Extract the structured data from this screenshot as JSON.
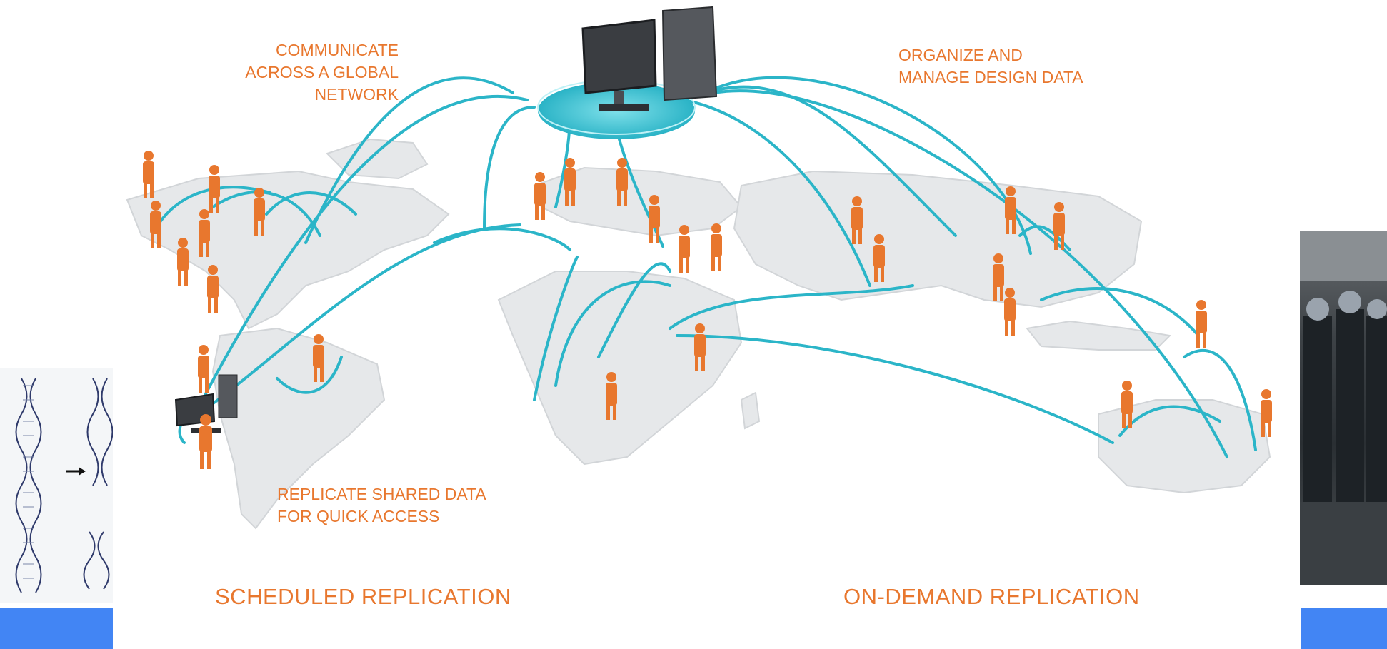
{
  "captions": {
    "communicate": "COMMUNICATE\nACROSS A GLOBAL\nNETWORK",
    "organize": "ORGANIZE AND\nMANAGE DESIGN DATA",
    "replicate": "REPLICATE SHARED DATA\nFOR QUICK ACCESS",
    "scheduled": "SCHEDULED REPLICATION",
    "on_demand": "ON-DEMAND REPLICATION"
  },
  "colors": {
    "accent_orange": "#e8772e",
    "link_cyan": "#2bb5c8",
    "map_land": "#e6e8ea",
    "side_blue": "#4285f4"
  },
  "icons": [
    "server-computer-icon",
    "workstation-computer-icon",
    "person-icon",
    "dna-icon"
  ]
}
